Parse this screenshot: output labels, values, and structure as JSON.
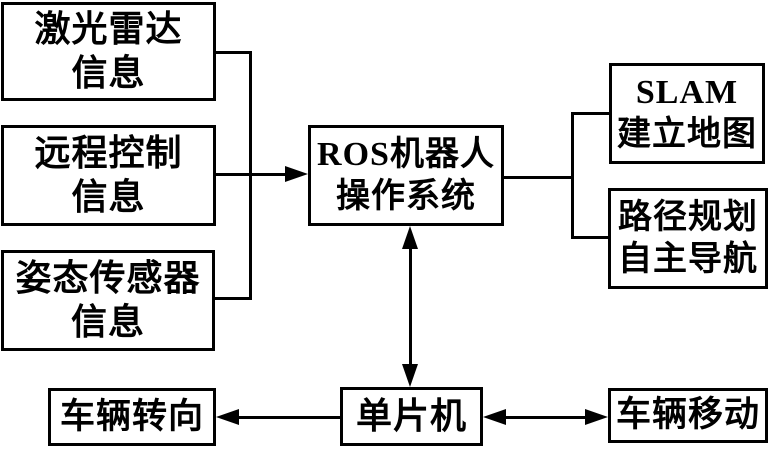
{
  "diagram": {
    "type": "flowchart",
    "colors": {
      "line": "#000000",
      "background": "#ffffff",
      "text": "#000000"
    },
    "nodes": [
      {
        "id": "lidar-info",
        "lines": [
          "激光雷达",
          "信息"
        ]
      },
      {
        "id": "remote-info",
        "lines": [
          "远程控制",
          "信息"
        ]
      },
      {
        "id": "attitude-info",
        "lines": [
          "姿态传感器",
          "信息"
        ]
      },
      {
        "id": "ros-system",
        "lines": [
          "ROS机器人",
          "操作系统"
        ]
      },
      {
        "id": "slam-map",
        "lines": [
          "SLAM",
          "建立地图"
        ]
      },
      {
        "id": "path-nav",
        "lines": [
          "路径规划",
          "自主导航"
        ]
      },
      {
        "id": "vehicle-steering",
        "lines": [
          "车辆转向"
        ]
      },
      {
        "id": "mcu",
        "lines": [
          "单片机"
        ]
      },
      {
        "id": "vehicle-move",
        "lines": [
          "车辆移动"
        ]
      }
    ],
    "edges": [
      {
        "from": "lidar-info",
        "to": "ros-system",
        "style": "arrow"
      },
      {
        "from": "remote-info",
        "to": "ros-system",
        "style": "arrow"
      },
      {
        "from": "attitude-info",
        "to": "ros-system",
        "style": "arrow"
      },
      {
        "from": "ros-system",
        "to": "slam-map",
        "style": "line"
      },
      {
        "from": "ros-system",
        "to": "path-nav",
        "style": "line"
      },
      {
        "from": "ros-system",
        "to": "mcu",
        "style": "double-arrow"
      },
      {
        "from": "mcu",
        "to": "vehicle-steering",
        "style": "arrow"
      },
      {
        "from": "mcu",
        "to": "vehicle-move",
        "style": "double-arrow"
      }
    ]
  }
}
